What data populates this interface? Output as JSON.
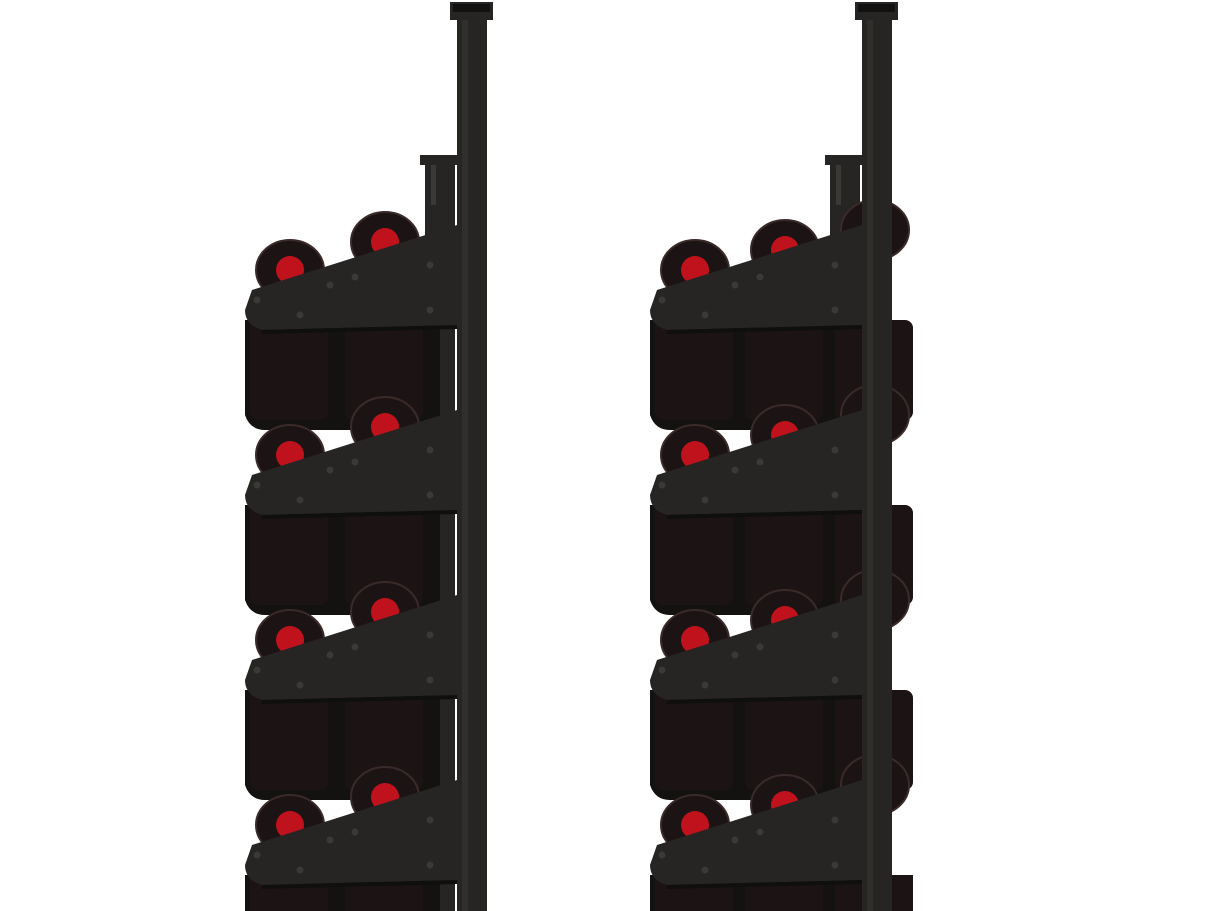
{
  "scene": {
    "background_color": "#ffffff",
    "metal_color": "#262523",
    "metal_highlight_color": "#3a3936",
    "bottle_color": "#1c1414",
    "capsule_color": "#c0121c",
    "racks": [
      {
        "label": "",
        "shelves": 4,
        "bottles_per_shelf": 2
      },
      {
        "label": "",
        "shelves": 4,
        "bottles_per_shelf": 3
      }
    ]
  }
}
